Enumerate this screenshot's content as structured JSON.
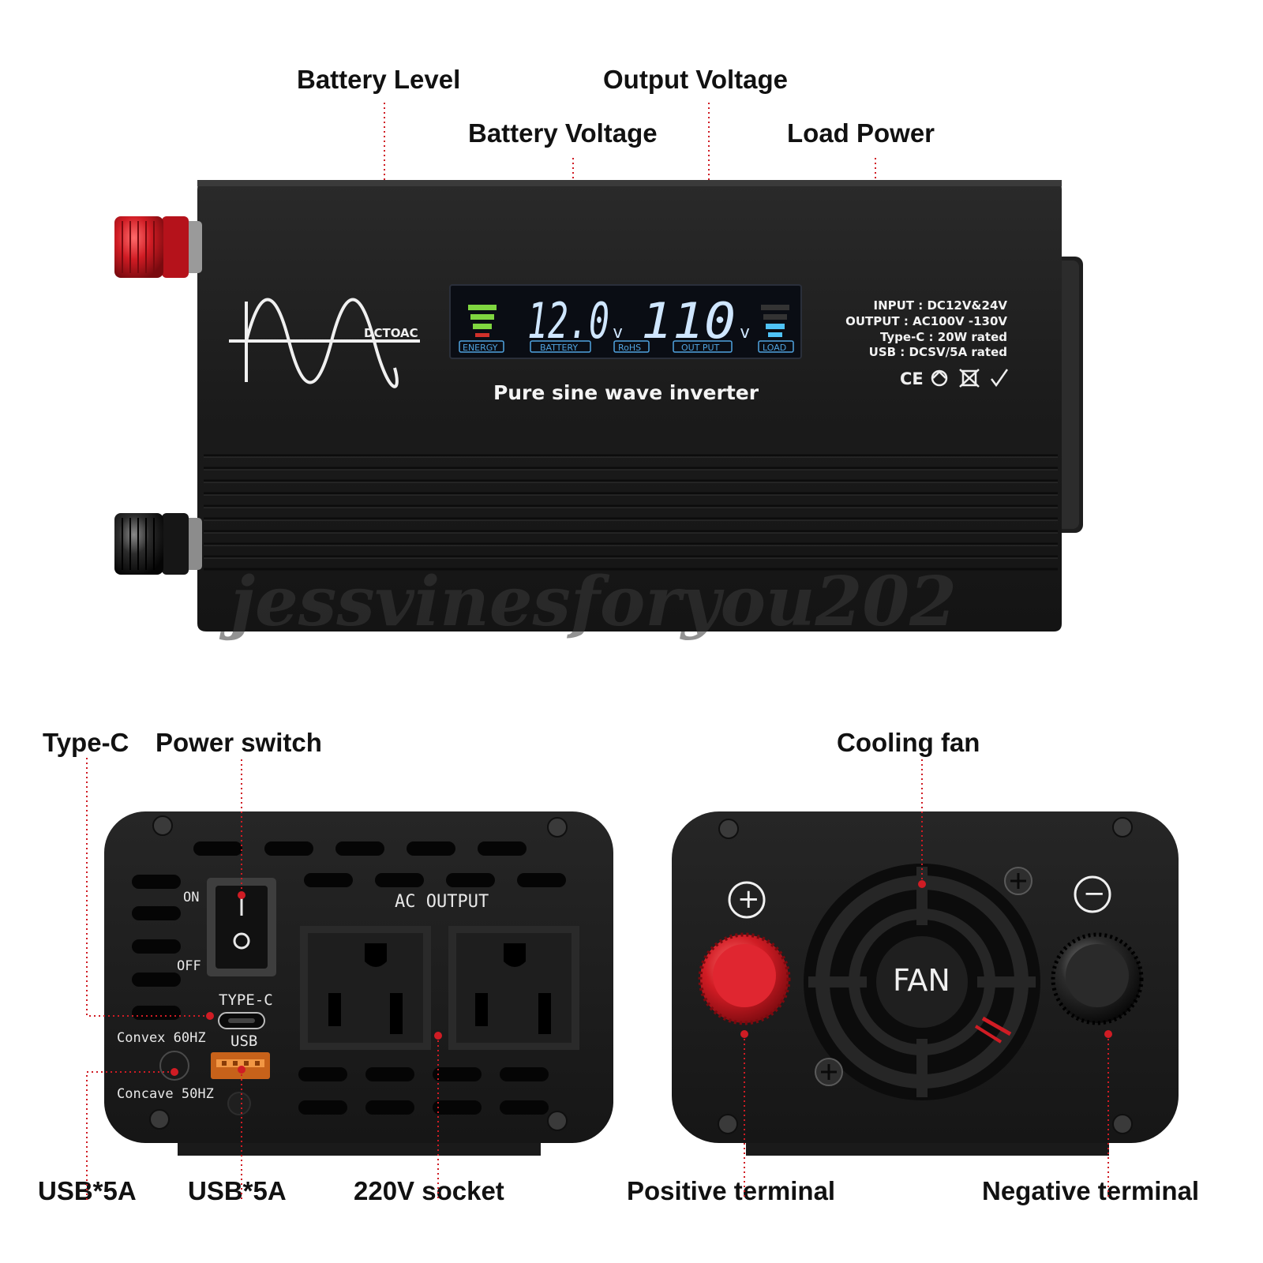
{
  "callouts": {
    "battery_level": "Battery Level",
    "output_voltage": "Output Voltage",
    "battery_voltage": "Battery Voltage",
    "load_power": "Load Power",
    "type_c": "Type-C",
    "power_switch": "Power switch",
    "cooling_fan": "Cooling fan",
    "usb_left": "USB*5A",
    "usb_right": "USB*5A",
    "socket": "220V socket",
    "positive_terminal": "Positive terminal",
    "negative_terminal": "Negative terminal"
  },
  "front": {
    "brand": "DCTOAC",
    "lcd": {
      "battery_voltage": "12.0",
      "output_voltage": "110",
      "unit": "v",
      "labels": [
        "ENERGY",
        "BATTERY",
        "RoHS",
        "OUT PUT",
        "LOAD"
      ]
    },
    "product_name": "Pure sine wave inverter",
    "specs": [
      "INPUT : DC12V&24V",
      "OUTPUT : AC100V -130V",
      "Type-C : 20W rated",
      "USB : DCSV/5A rated"
    ],
    "watermark": "jessvinesforyou202"
  },
  "ac_panel": {
    "switch_on": "ON",
    "switch_off": "OFF",
    "switch_i": "I",
    "switch_o": "O",
    "ac_output": "AC  OUTPUT",
    "type_c_label": "TYPE-C",
    "usb_label": "USB",
    "convex": "Convex 60HZ",
    "concave": "Concave 50HZ"
  },
  "dc_panel": {
    "fan_label": "FAN",
    "plus_symbol": "+",
    "minus_symbol": "−"
  },
  "colors": {
    "accent_red": "#d01c24",
    "body_black": "#1c1c1c",
    "lcd_blue": "#cfe6ff",
    "lcd_cyan": "#4fc3f7"
  }
}
